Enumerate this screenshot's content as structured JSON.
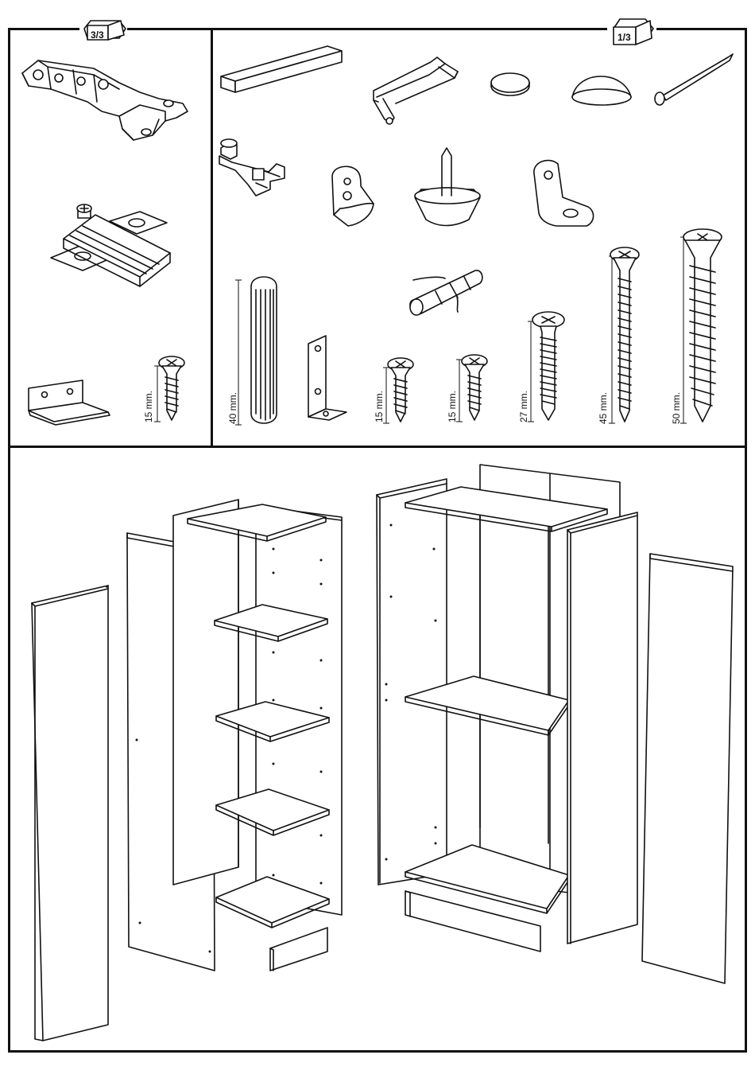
{
  "bags": {
    "left_tag": "3/3",
    "right_tag": "1/3"
  },
  "hardware_left": {
    "items": [
      {
        "icon": "concealed-hinge-icon"
      },
      {
        "icon": "hinge-mounting-plate-icon"
      },
      {
        "icon": "metal-angle-bracket-icon"
      },
      {
        "icon": "screw-icon",
        "length": "15 mm."
      }
    ]
  },
  "hardware_right": {
    "items": [
      {
        "icon": "wooden-strip-icon"
      },
      {
        "icon": "allen-key-icon"
      },
      {
        "icon": "round-pad-icon"
      },
      {
        "icon": "dome-cap-icon"
      },
      {
        "icon": "nail-icon"
      },
      {
        "icon": "shelf-support-icon"
      },
      {
        "icon": "wall-clip-icon"
      },
      {
        "icon": "glide-nail-icon"
      },
      {
        "icon": "corner-bracket-icon"
      },
      {
        "icon": "wood-dowel-icon",
        "length": "40 mm."
      },
      {
        "icon": "flat-bracket-icon"
      },
      {
        "icon": "wall-plug-icon"
      },
      {
        "icon": "screw-icon",
        "length": "15 mm."
      },
      {
        "icon": "screw-icon",
        "length": "15 mm."
      },
      {
        "icon": "pan-head-screw-icon",
        "length": "27 mm."
      },
      {
        "icon": "long-screw-icon",
        "length": "45 mm."
      },
      {
        "icon": "coarse-screw-icon",
        "length": "50 mm."
      }
    ]
  },
  "assembly": {
    "icon": "exploded-wardrobe-icon"
  }
}
